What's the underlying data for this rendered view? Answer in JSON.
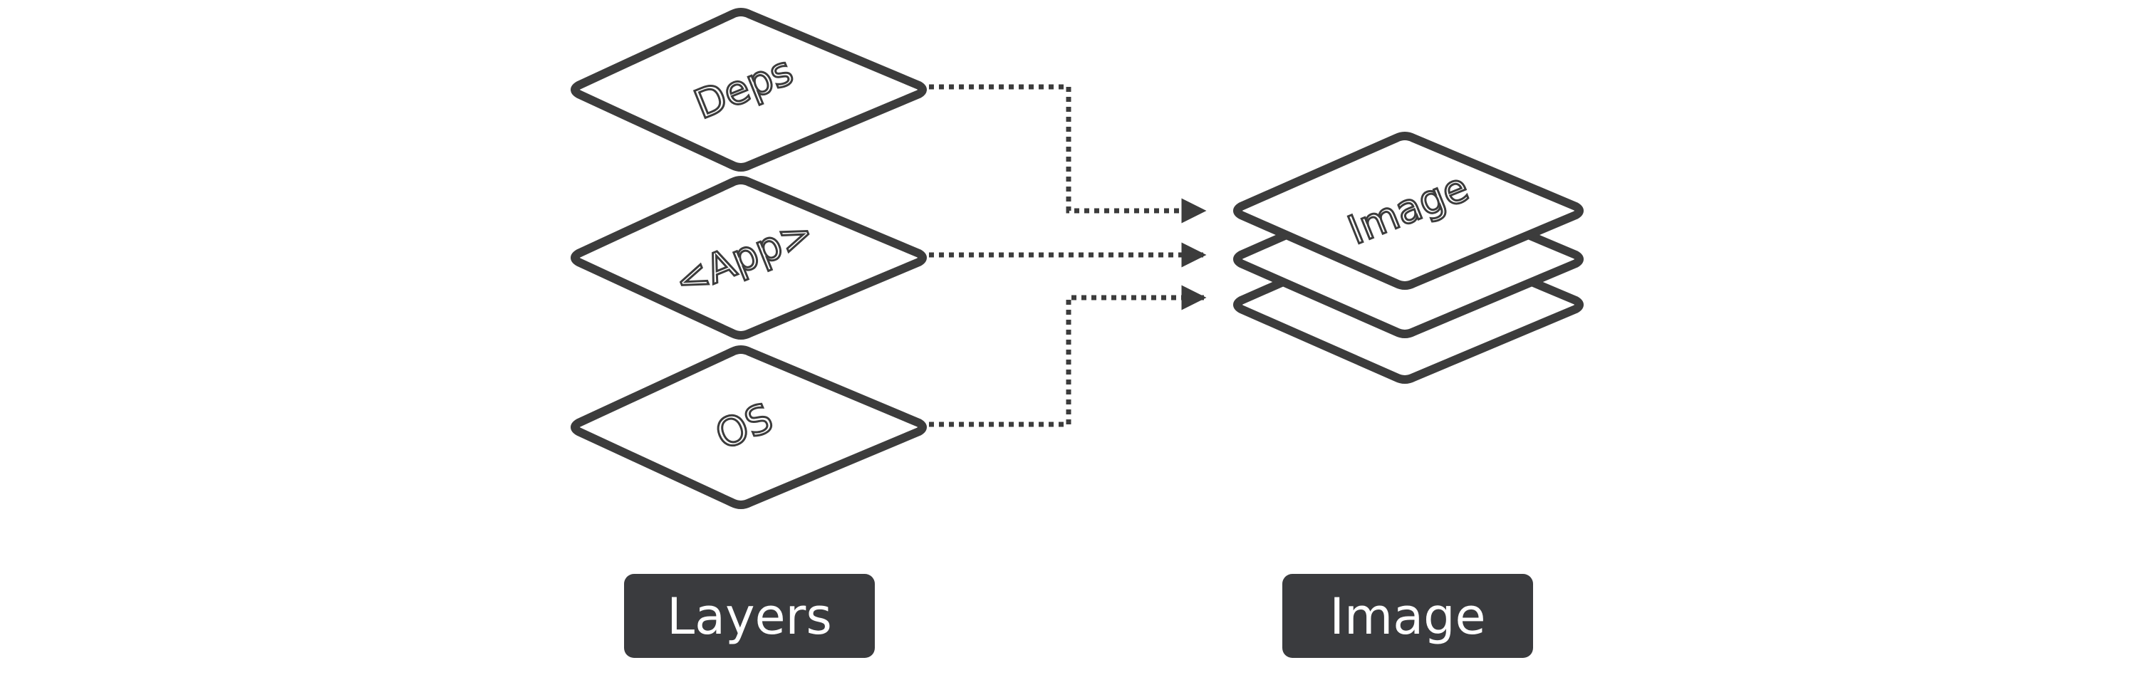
{
  "layers": {
    "deps_label": "Deps",
    "app_label": "<App>",
    "os_label": "OS"
  },
  "image_stack": {
    "top_label": "Image"
  },
  "captions": {
    "left": "Layers",
    "right": "Image"
  },
  "colors": {
    "stroke": "#3c3c3c",
    "caption_bg": "#3a3b3e",
    "caption_text": "#ffffff",
    "background": "#ffffff"
  }
}
